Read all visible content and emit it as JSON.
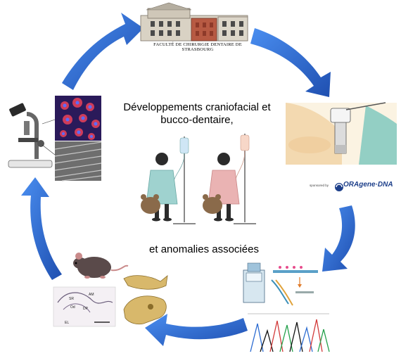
{
  "caption": {
    "line1": "Développements craniofacial et",
    "line2": "bucco-dentaire,",
    "subtitle": "et anomalies associées"
  },
  "institution": {
    "caption": "FACULTÉ DE CHIRURGIE DENTAIRE DE STRASBOURG"
  },
  "sponsor": {
    "label": "sponsored by",
    "brand": "ORAgene·DNA"
  },
  "histology": {
    "labels": [
      "SR",
      "AM",
      "Od",
      "DP",
      "EL"
    ]
  },
  "colors": {
    "arrow": "#2f6fd6",
    "arrow_dark": "#1f4fb0",
    "gown_blue": "#9fd2cf",
    "gown_pink": "#eab3b3",
    "skin": "#2b2b2b",
    "bear": "#8a6a4a",
    "bone": "#d8b86b",
    "mouse": "#5a4a4a"
  }
}
